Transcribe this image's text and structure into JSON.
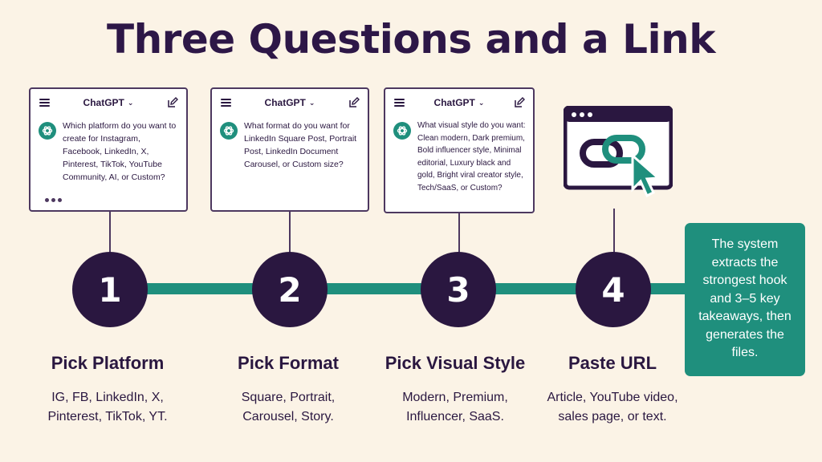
{
  "title": "Three Questions and a Link",
  "colors": {
    "background": "#fbf3e6",
    "dark_purple": "#2a1740",
    "teal": "#1f8f7d",
    "card_border": "#4d3860"
  },
  "chat_cards": [
    {
      "app_name": "ChatGPT",
      "question": "Which platform do you want to create for Instagram, Facebook, LinkedIn, X, Pinterest, TikTok, YouTube Community, AI, or Custom?"
    },
    {
      "app_name": "ChatGPT",
      "question": "What format do you want for LinkedIn Square Post, Portrait Post, LinkedIn Document Carousel, or Custom size?"
    },
    {
      "app_name": "ChatGPT",
      "question": "What visual style do you want: Clean modern, Dark premium, Bold influencer style, Minimal editorial, Luxury black and gold, Bright viral creator style, Tech/SaaS, or Custom?"
    }
  ],
  "steps": [
    {
      "number": "1",
      "title": "Pick Platform",
      "desc_line1": "IG, FB, LinkedIn, X,",
      "desc_line2": "Pinterest, TikTok, YT."
    },
    {
      "number": "2",
      "title": "Pick Format",
      "desc_line1": "Square, Portrait,",
      "desc_line2": "Carousel, Story."
    },
    {
      "number": "3",
      "title": "Pick Visual Style",
      "desc_line1": "Modern, Premium,",
      "desc_line2": "Influencer, SaaS."
    },
    {
      "number": "4",
      "title": "Paste URL",
      "desc_line1": "Article, YouTube video,",
      "desc_line2": "sales page, or text."
    }
  ],
  "icons": {
    "card_menu": "menu-icon",
    "card_edit": "edit-icon",
    "card_logo": "chatgpt-logo-icon",
    "step4_illustration": "browser-link-cursor-icon"
  },
  "callout": {
    "line1": "The system",
    "line2": "extracts the",
    "line3": "strongest hook",
    "line4": "and 3–5 key",
    "line5": "takeaways, then",
    "line6": "generates the",
    "line7": "files."
  }
}
